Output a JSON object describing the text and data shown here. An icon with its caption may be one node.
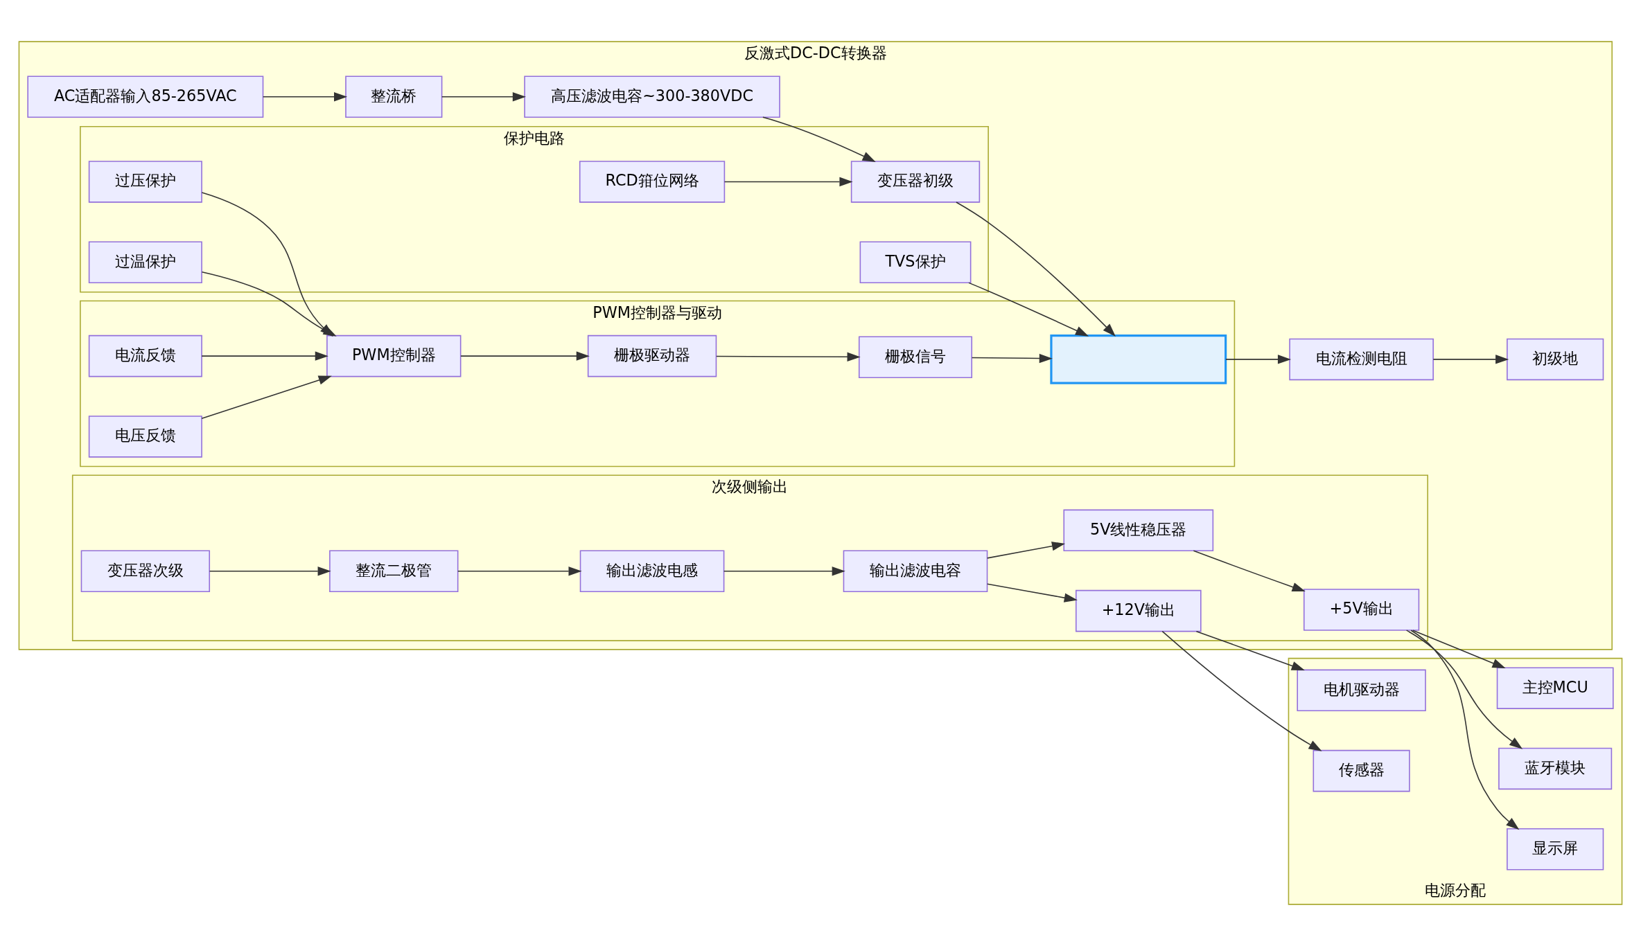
{
  "diagram": {
    "nodes": [
      {
        "text": [
          "反激式DC-DC转换器"
        ]
      },
      {
        "text": [
          "次级侧输出"
        ],
        "in": 0
      },
      {
        "text": [
          "变压器次级"
        ],
        "in": 1
      },
      {
        "text": [
          "整流二极管"
        ],
        "in": 1
      },
      {
        "text": [
          "输出滤波电感"
        ],
        "in": 1
      },
      {
        "text": [
          "输出滤波电容"
        ],
        "in": 1
      },
      {
        "text": [
          "+12V输出"
        ],
        "in": 1
      },
      {
        "text": [
          "5V线性稳压器"
        ],
        "in": 1
      },
      {
        "text": [
          "+5V输出"
        ],
        "in": 1
      },
      {
        "text": [
          "AC适配器输入85-265VAC"
        ],
        "in": 0
      },
      {
        "text": [
          "整流桥"
        ],
        "in": 0
      },
      {
        "text": [
          "高压滤波电容~300-380VDC"
        ],
        "in": 0
      },
      {
        "text": [
          "保护电路"
        ],
        "in": 0
      },
      {
        "text": [
          "过压保护"
        ],
        "in": 12
      },
      {
        "text": [
          "过温保护"
        ],
        "in": 12
      },
      {
        "text": [
          "RCD箝位网络"
        ],
        "in": 12
      },
      {
        "text": [
          "变压器初级"
        ],
        "in": 12
      },
      {
        "text": [
          "TVS保护"
        ],
        "in": 12
      },
      {
        "text": [
          "PWM控制器与驱动"
        ],
        "in": 0
      },
      {
        "text": [
          "电流反馈"
        ],
        "in": 18
      },
      {
        "text": [
          "电压反馈"
        ],
        "in": 18
      },
      {
        "text": [
          "PWM控制器"
        ],
        "in": 18
      },
      {
        "text": [
          "栅极驱动器"
        ],
        "in": 18
      },
      {
        "text": [
          "栅极信号"
        ],
        "in": 18
      },
      {
        "text": [],
        "shape": "box",
        "in": 18
      },
      {
        "text": [
          "电流检测电阻"
        ],
        "in": 0
      },
      {
        "text": [
          "初级地"
        ],
        "in": 0
      },
      {
        "text": [
          "电源分配"
        ]
      },
      {
        "text": [
          "电机驱动器"
        ],
        "in": 27
      },
      {
        "text": [
          "传感器"
        ],
        "in": 27
      },
      {
        "text": [
          "主控MCU"
        ],
        "in": 27
      },
      {
        "text": [
          "蓝牙模块"
        ],
        "in": 27
      },
      {
        "text": [
          "显示屏"
        ],
        "in": 27
      }
    ],
    "edges": [
      {
        "from": 2,
        "to": 3,
        "arrow": "to"
      },
      {
        "from": 3,
        "to": 4,
        "arrow": "to"
      },
      {
        "from": 4,
        "to": 5,
        "arrow": "to"
      },
      {
        "from": 5,
        "to": 6,
        "arrow": "to"
      },
      {
        "from": 5,
        "to": 7,
        "arrow": "to"
      },
      {
        "from": 7,
        "to": 8,
        "arrow": "to"
      },
      {
        "from": 6,
        "to": 28,
        "arrow": "to"
      },
      {
        "from": 6,
        "to": 29,
        "arrow": "to"
      },
      {
        "from": 8,
        "to": 30,
        "arrow": "to"
      },
      {
        "from": 8,
        "to": 31,
        "arrow": "to"
      },
      {
        "from": 8,
        "to": 32,
        "arrow": "to"
      },
      {
        "from": 9,
        "to": 10,
        "arrow": "to"
      },
      {
        "from": 10,
        "to": 11,
        "arrow": "to"
      },
      {
        "from": 11,
        "to": 16,
        "arrow": "to"
      },
      {
        "from": 15,
        "to": 16,
        "arrow": "to"
      },
      {
        "from": 13,
        "to": 21,
        "arrow": "to"
      },
      {
        "from": 14,
        "to": 21,
        "arrow": "to"
      },
      {
        "from": 19,
        "to": 21,
        "arrow": "to"
      },
      {
        "from": 20,
        "to": 21,
        "arrow": "to"
      },
      {
        "from": 21,
        "to": 22,
        "arrow": "to"
      },
      {
        "from": 22,
        "to": 23,
        "arrow": "to"
      },
      {
        "from": 23,
        "to": 24,
        "arrow": "to"
      },
      {
        "from": 16,
        "to": 24,
        "arrow": "to"
      },
      {
        "from": 17,
        "to": 24,
        "arrow": "to"
      },
      {
        "from": 24,
        "to": 25,
        "arrow": "to"
      },
      {
        "from": 25,
        "to": 26,
        "arrow": "to"
      }
    ]
  }
}
